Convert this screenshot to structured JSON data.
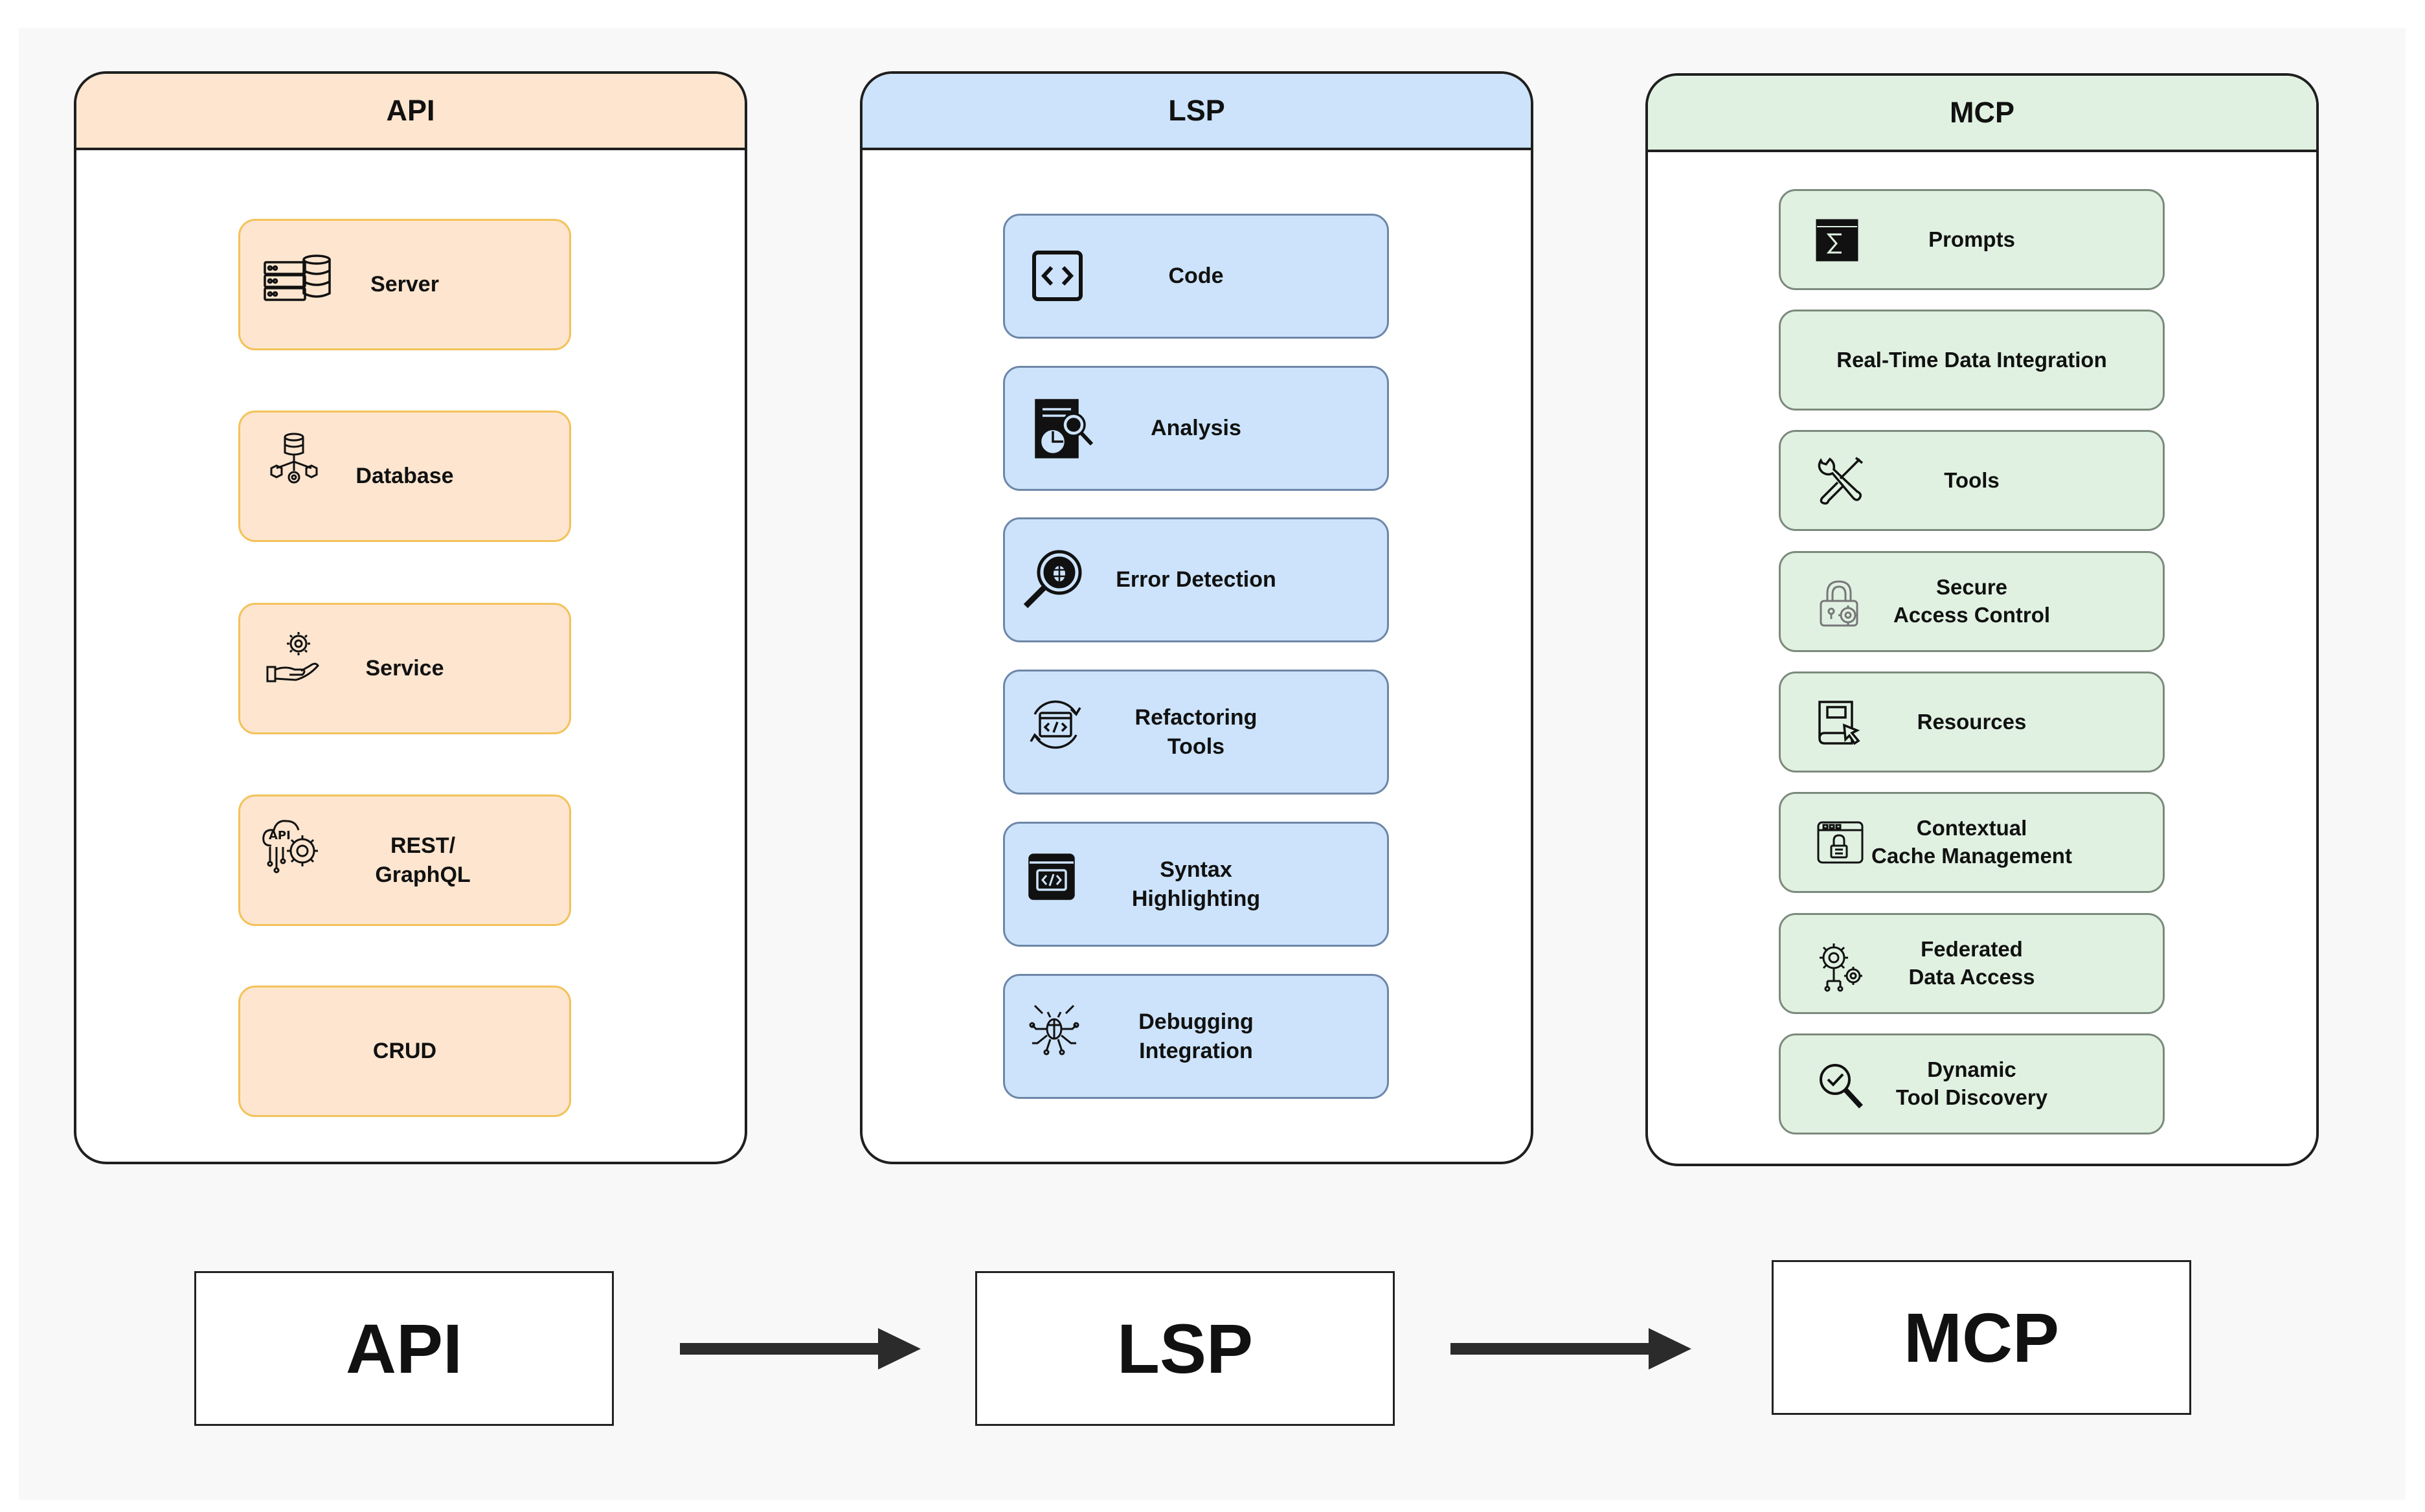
{
  "panels": {
    "api": {
      "title": "API",
      "items": [
        {
          "label": "Server",
          "icon": "server-rack-icon"
        },
        {
          "label": "Database",
          "icon": "database-network-icon"
        },
        {
          "label": "Service",
          "icon": "gear-hand-icon"
        },
        {
          "label": "REST/\nGraphQL",
          "icon": "api-cloud-gear-icon"
        },
        {
          "label": "CRUD",
          "icon": ""
        }
      ]
    },
    "lsp": {
      "title": "LSP",
      "items": [
        {
          "label": "Code",
          "icon": "code-brackets-icon"
        },
        {
          "label": "Analysis",
          "icon": "report-magnifier-icon"
        },
        {
          "label": "Error Detection",
          "icon": "bug-magnifier-icon"
        },
        {
          "label": "Refactoring\nTools",
          "icon": "code-refresh-icon"
        },
        {
          "label": "Syntax\nHighlighting",
          "icon": "code-window-icon"
        },
        {
          "label": "Debugging\nIntegration",
          "icon": "bug-circuit-icon"
        }
      ]
    },
    "mcp": {
      "title": "MCP",
      "items": [
        {
          "label": "Prompts",
          "icon": "terminal-sigma-icon"
        },
        {
          "label": "Real-Time Data Integration",
          "icon": ""
        },
        {
          "label": "Tools",
          "icon": "wrench-screwdriver-icon"
        },
        {
          "label": "Secure\nAccess Control",
          "icon": "lock-gear-icon"
        },
        {
          "label": "Resources",
          "icon": "book-cursor-icon"
        },
        {
          "label": "Contextual\nCache Management",
          "icon": "cache-window-icon"
        },
        {
          "label": "Federated\nData Access",
          "icon": "gear-network-icon"
        },
        {
          "label": "Dynamic\nTool Discovery",
          "icon": "magnifier-check-icon"
        }
      ]
    }
  },
  "flow": {
    "steps": [
      "API",
      "LSP",
      "MCP"
    ]
  }
}
